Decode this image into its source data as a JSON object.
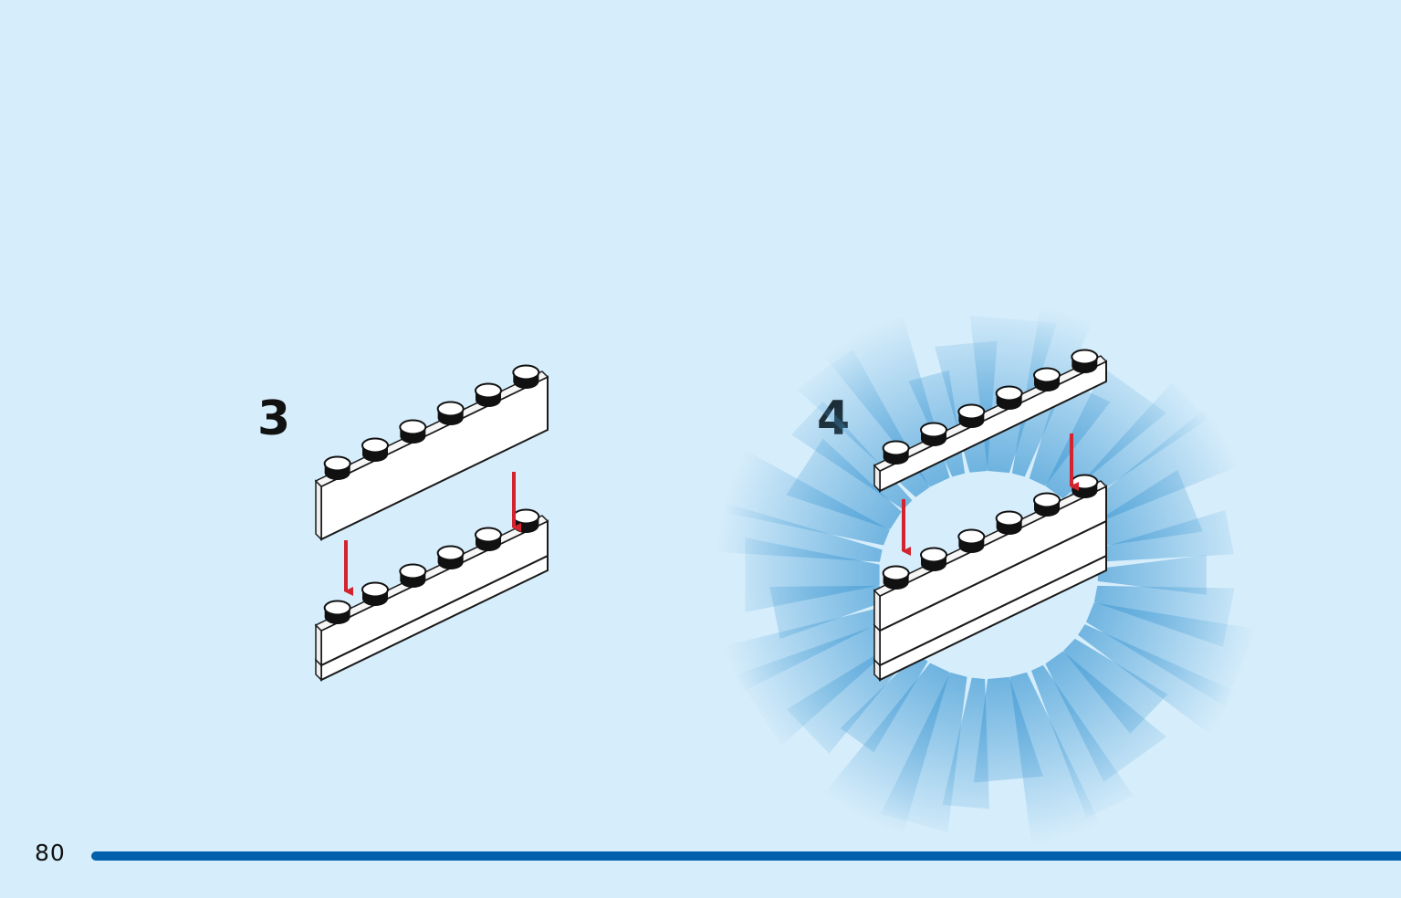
{
  "page": {
    "background_color": "#d6edfb",
    "number": "80",
    "rule_color": "#0060ac"
  },
  "steps": [
    {
      "number": "3",
      "top_brick": {
        "studs": 6,
        "kind": "brick"
      },
      "base": {
        "studs": 6,
        "layers": [
          "brick",
          "plate"
        ]
      },
      "arrow_color": "#d3232f",
      "burst": false
    },
    {
      "number": "4",
      "top_brick": {
        "studs": 6,
        "kind": "plate"
      },
      "base": {
        "studs": 6,
        "layers": [
          "brick",
          "brick",
          "plate"
        ]
      },
      "arrow_color": "#d3232f",
      "burst": true
    }
  ]
}
